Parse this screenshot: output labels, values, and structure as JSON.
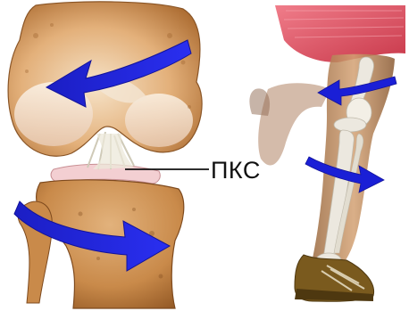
{
  "annotation": {
    "label": "ПКС"
  },
  "colors": {
    "arrow": "#1a1fd6",
    "bone": "#c98a4a",
    "bone_highlight": "#f1dcc0",
    "cartilage": "#f3cfd2",
    "ligament": "#e6e2d3",
    "skirt": "#e45b6b",
    "leg_skin": "#c08a5b",
    "skeleton": "#ece8df",
    "shoe": "#7a5a1e"
  },
  "icons": {
    "left_panel": "knee-joint-illustration",
    "right_panel": "running-leg-xray-illustration"
  }
}
